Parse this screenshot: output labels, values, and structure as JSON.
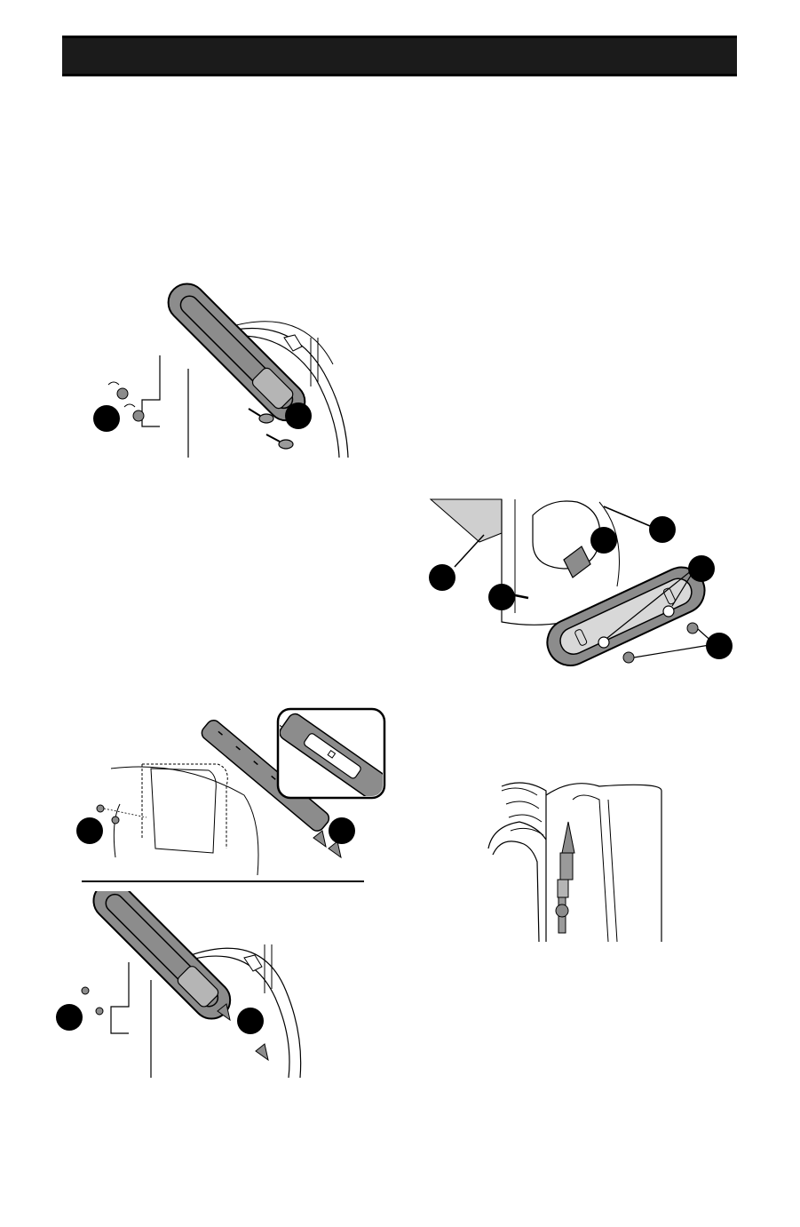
{
  "colors": {
    "header_bar": "#1b1b1b",
    "skid_fill": "#8c8c8c",
    "callout_fill": "#000000",
    "line": "#000000",
    "housing_fill": "#cfcfcf"
  },
  "figures": [
    {
      "id": "fig-skid-shoe-top-left",
      "icon": "skid-shoe-bolt-illustration"
    },
    {
      "id": "fig-skid-shoe-right",
      "icon": "skid-shoe-exploded-illustration"
    },
    {
      "id": "fig-scraper-bar-inset",
      "icon": "scraper-bar-inset-illustration"
    },
    {
      "id": "fig-skid-shoe-knobs",
      "icon": "skid-shoe-knob-illustration"
    },
    {
      "id": "fig-shear-pin",
      "icon": "shear-pin-auger-illustration"
    }
  ]
}
